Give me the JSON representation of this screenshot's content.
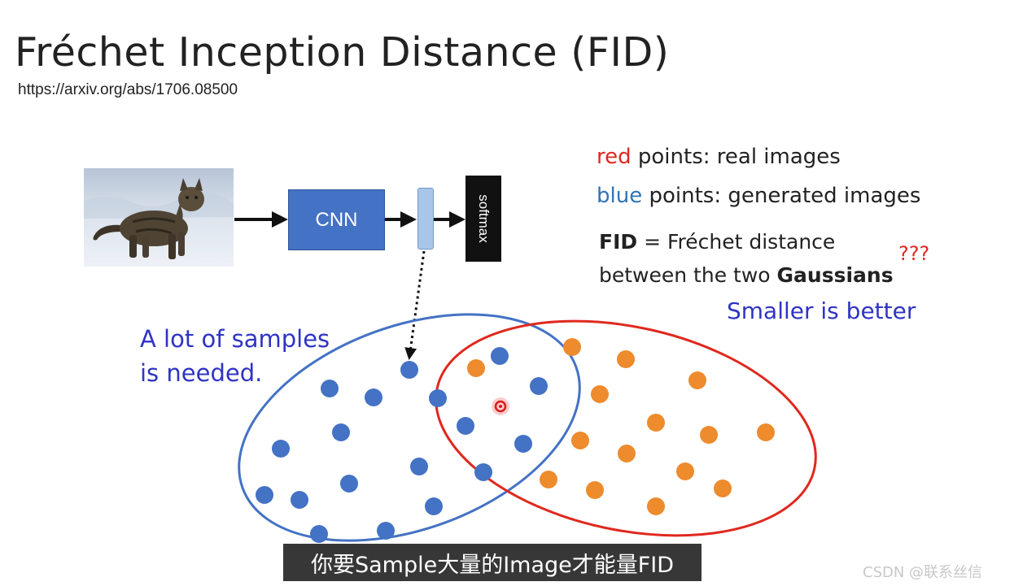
{
  "slide": {
    "title": "Fréchet Inception Distance (FID)",
    "url": "https://arxiv.org/abs/1706.08500"
  },
  "pipeline": {
    "cnn_label": "CNN",
    "softmax_label": "softmax"
  },
  "legend": {
    "red_word": "red",
    "red_rest": " points: real images",
    "blue_word": "blue",
    "blue_rest": " points: generated images",
    "fid_bold": "FID",
    "fid_rest": " = Fréchet distance",
    "between_text": "between the two ",
    "gaussians": "Gaussians",
    "question_marks": "???",
    "smaller_better": "Smaller is better"
  },
  "annotation": {
    "line1": "A lot of samples",
    "line2": "is needed."
  },
  "video": {
    "subtitle": "你要Sample大量的Image才能量FID",
    "watermark": "CSDN @联系丝信"
  },
  "colors": {
    "blue_point": "#4472c4",
    "orange_point": "#ed8b2d",
    "red_ellipse": "#e0281e",
    "blue_ellipse": "#4472c4",
    "red_text": "#e0281e",
    "blue_text": "#2e75b6",
    "annotation_text": "#2f34c4"
  }
}
